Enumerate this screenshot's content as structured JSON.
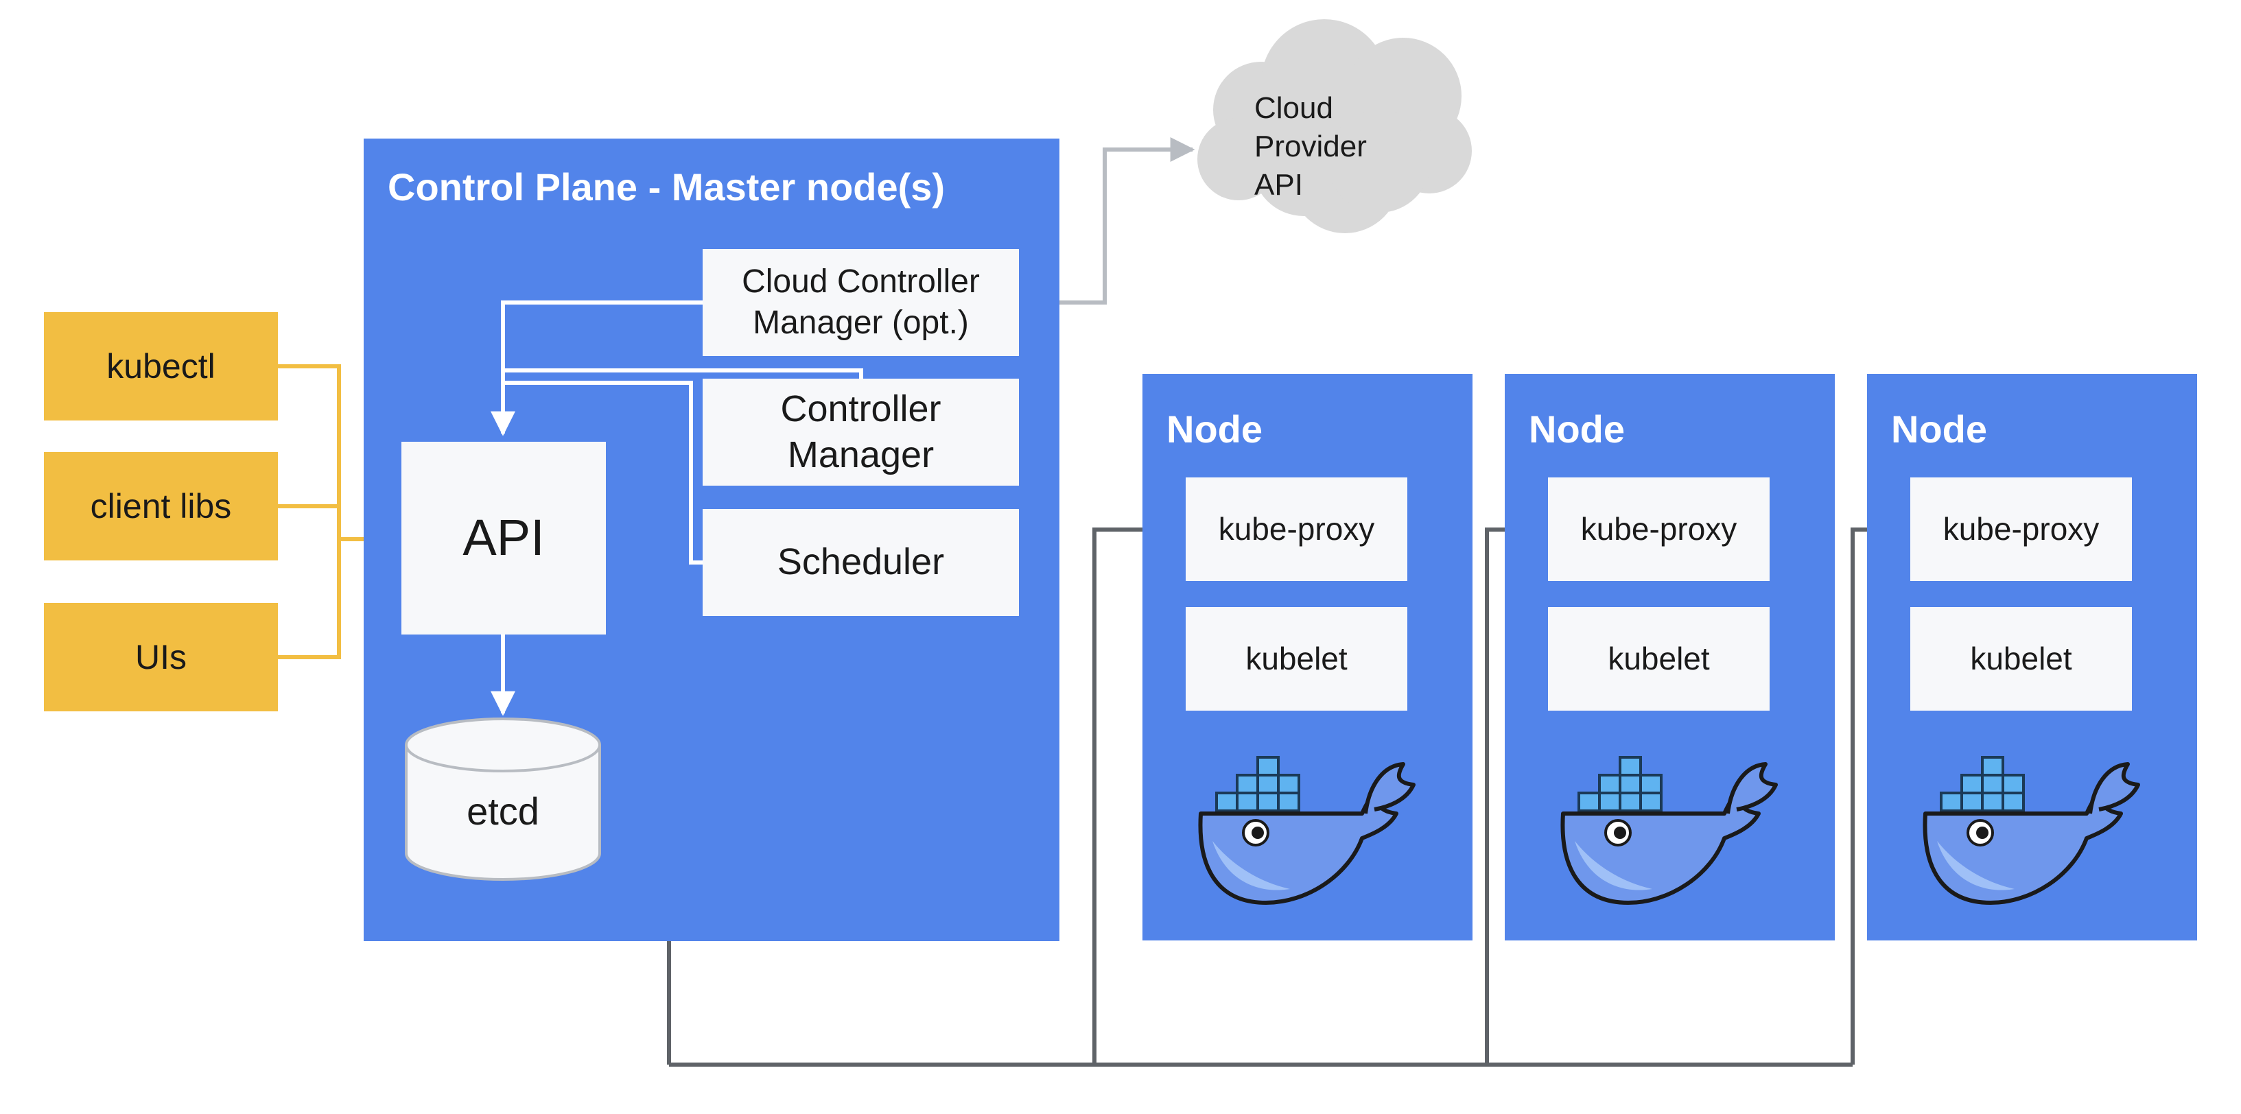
{
  "clients": [
    {
      "label": "kubectl"
    },
    {
      "label": "client libs"
    },
    {
      "label": "UIs"
    }
  ],
  "control_plane": {
    "title": "Control Plane - Master node(s)",
    "api_label": "API",
    "etcd_label": "etcd",
    "ccm_label": "Cloud Controller Manager (opt.)",
    "ccm_line1": "Cloud Controller",
    "ccm_line2": "Manager (opt.)",
    "cm_line1": "Controller",
    "cm_line2": "Manager",
    "scheduler_label": "Scheduler"
  },
  "cloud": {
    "line1": "Cloud",
    "line2": "Provider",
    "line3": "API"
  },
  "nodes": [
    {
      "title": "Node",
      "proxy_label": "kube-proxy",
      "kubelet_label": "kubelet",
      "runtime_icon": "docker-whale-icon"
    },
    {
      "title": "Node",
      "proxy_label": "kube-proxy",
      "kubelet_label": "kubelet",
      "runtime_icon": "docker-whale-icon"
    },
    {
      "title": "Node",
      "proxy_label": "kube-proxy",
      "kubelet_label": "kubelet",
      "runtime_icon": "docker-whale-icon"
    }
  ],
  "colors": {
    "panel_blue": "#5284ea",
    "client_yellow": "#f2be42",
    "component_white": "#f7f8fa",
    "cloud_gray": "#d9d9d9",
    "connector_dark": "#5f6368",
    "connector_yellow": "#f2be42",
    "connector_white": "#ffffff"
  }
}
